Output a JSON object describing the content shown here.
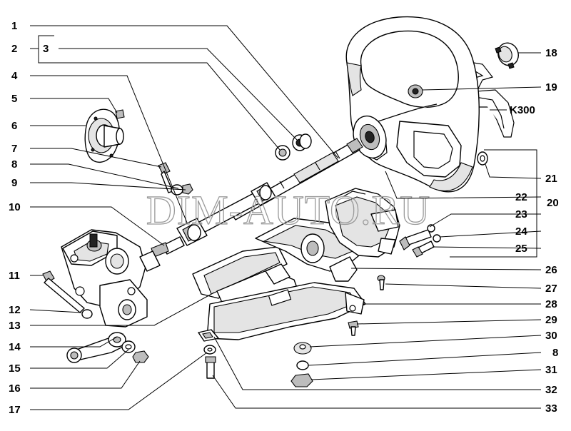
{
  "watermark": "DIM-AUTO.RU",
  "side_label": "K300",
  "callouts_left": [
    "1",
    "2",
    "3",
    "4",
    "5",
    "6",
    "7",
    "8",
    "9",
    "10",
    "11",
    "12",
    "13",
    "14",
    "15",
    "16",
    "17"
  ],
  "callouts_right": [
    "18",
    "19",
    "21",
    "20",
    "22",
    "23",
    "24",
    "25",
    "26",
    "27",
    "28",
    "29",
    "30",
    "8",
    "31",
    "32",
    "33"
  ],
  "colors": {
    "line": "#000000",
    "watermark": "#9a9a9a",
    "background": "#ffffff"
  }
}
